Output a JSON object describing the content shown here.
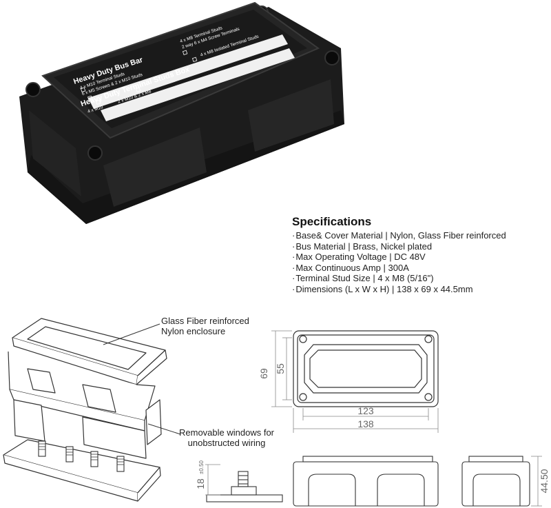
{
  "product": {
    "label_title_1": "Heavy Duty Bus Bar",
    "label_title_2": "Heavy Duty Terminal Studs Box",
    "options_left_1": [
      "4 x M10 Terminal Studs",
      "6 x M5 Screws & 2 x M10 Studs"
    ],
    "options_right_1": [
      "4 x M8 Terminal Studs",
      "2 way 6 x M4 Screw Terminals"
    ],
    "options_left_2": [
      "4 x M10",
      "2 x M10 & 2 x M8"
    ],
    "options_right_2": [
      "4 x M8 Isolated Terminal Studs"
    ]
  },
  "specs": {
    "title": "Specifications",
    "lines": [
      "Base& Cover Material | Nylon, Glass Fiber reinforced",
      "Bus Material | Brass, Nickel plated",
      "Max Operating Voltage | DC 48V",
      "Max Continuous Amp | 300A",
      "Terminal Stud Size | 4 x M8 (5/16\")",
      "Dimensions (L x W x H) | 138 x 69 x 44.5mm"
    ]
  },
  "callouts": {
    "cover": [
      "Glass Fiber reinforced",
      "Nylon enclosure"
    ],
    "windows": [
      "Removable windows for",
      "unobstructed wiring"
    ]
  },
  "dimensions": {
    "height_69": "69",
    "height_55": "55",
    "width_123": "123",
    "width_138": "138",
    "stud_18": "18",
    "stud_tol": "±0.50",
    "height_4450": "44.50"
  },
  "colors": {
    "enclosure": "#1e1e1e",
    "line": "#555555",
    "white_label": "#f4f4f4"
  }
}
